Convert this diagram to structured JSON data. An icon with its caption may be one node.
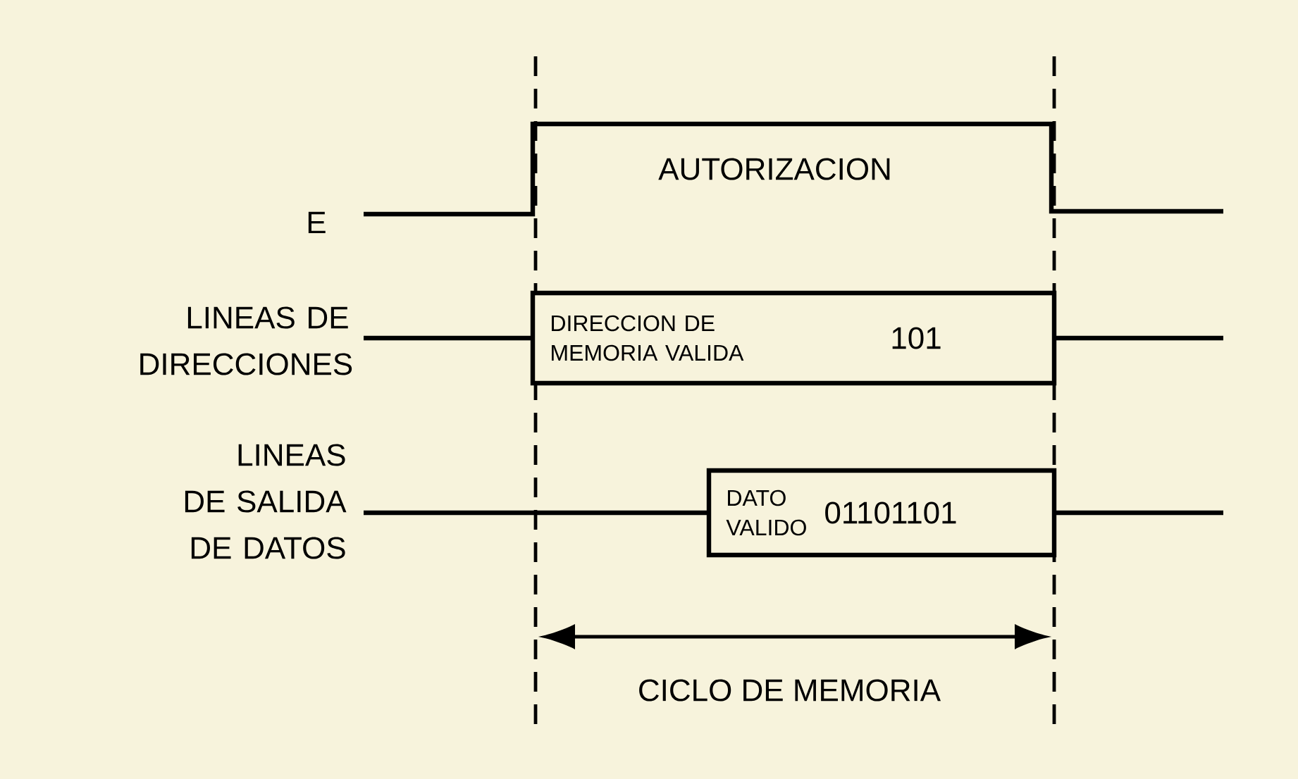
{
  "diagram": {
    "nodes": [
      {
        "text": [
          "DIRECCION DE MEMORIA VALIDA",
          "101"
        ]
      },
      {
        "text": [
          "DATO VALIDO",
          "01101101"
        ]
      }
    ],
    "labels": [
      "AUTORIZACION",
      "E",
      "LINEAS DE DIRECCIONES",
      "LINEAS DE SALIDA DE DATOS",
      "CICLO DE MEMORIA"
    ]
  }
}
